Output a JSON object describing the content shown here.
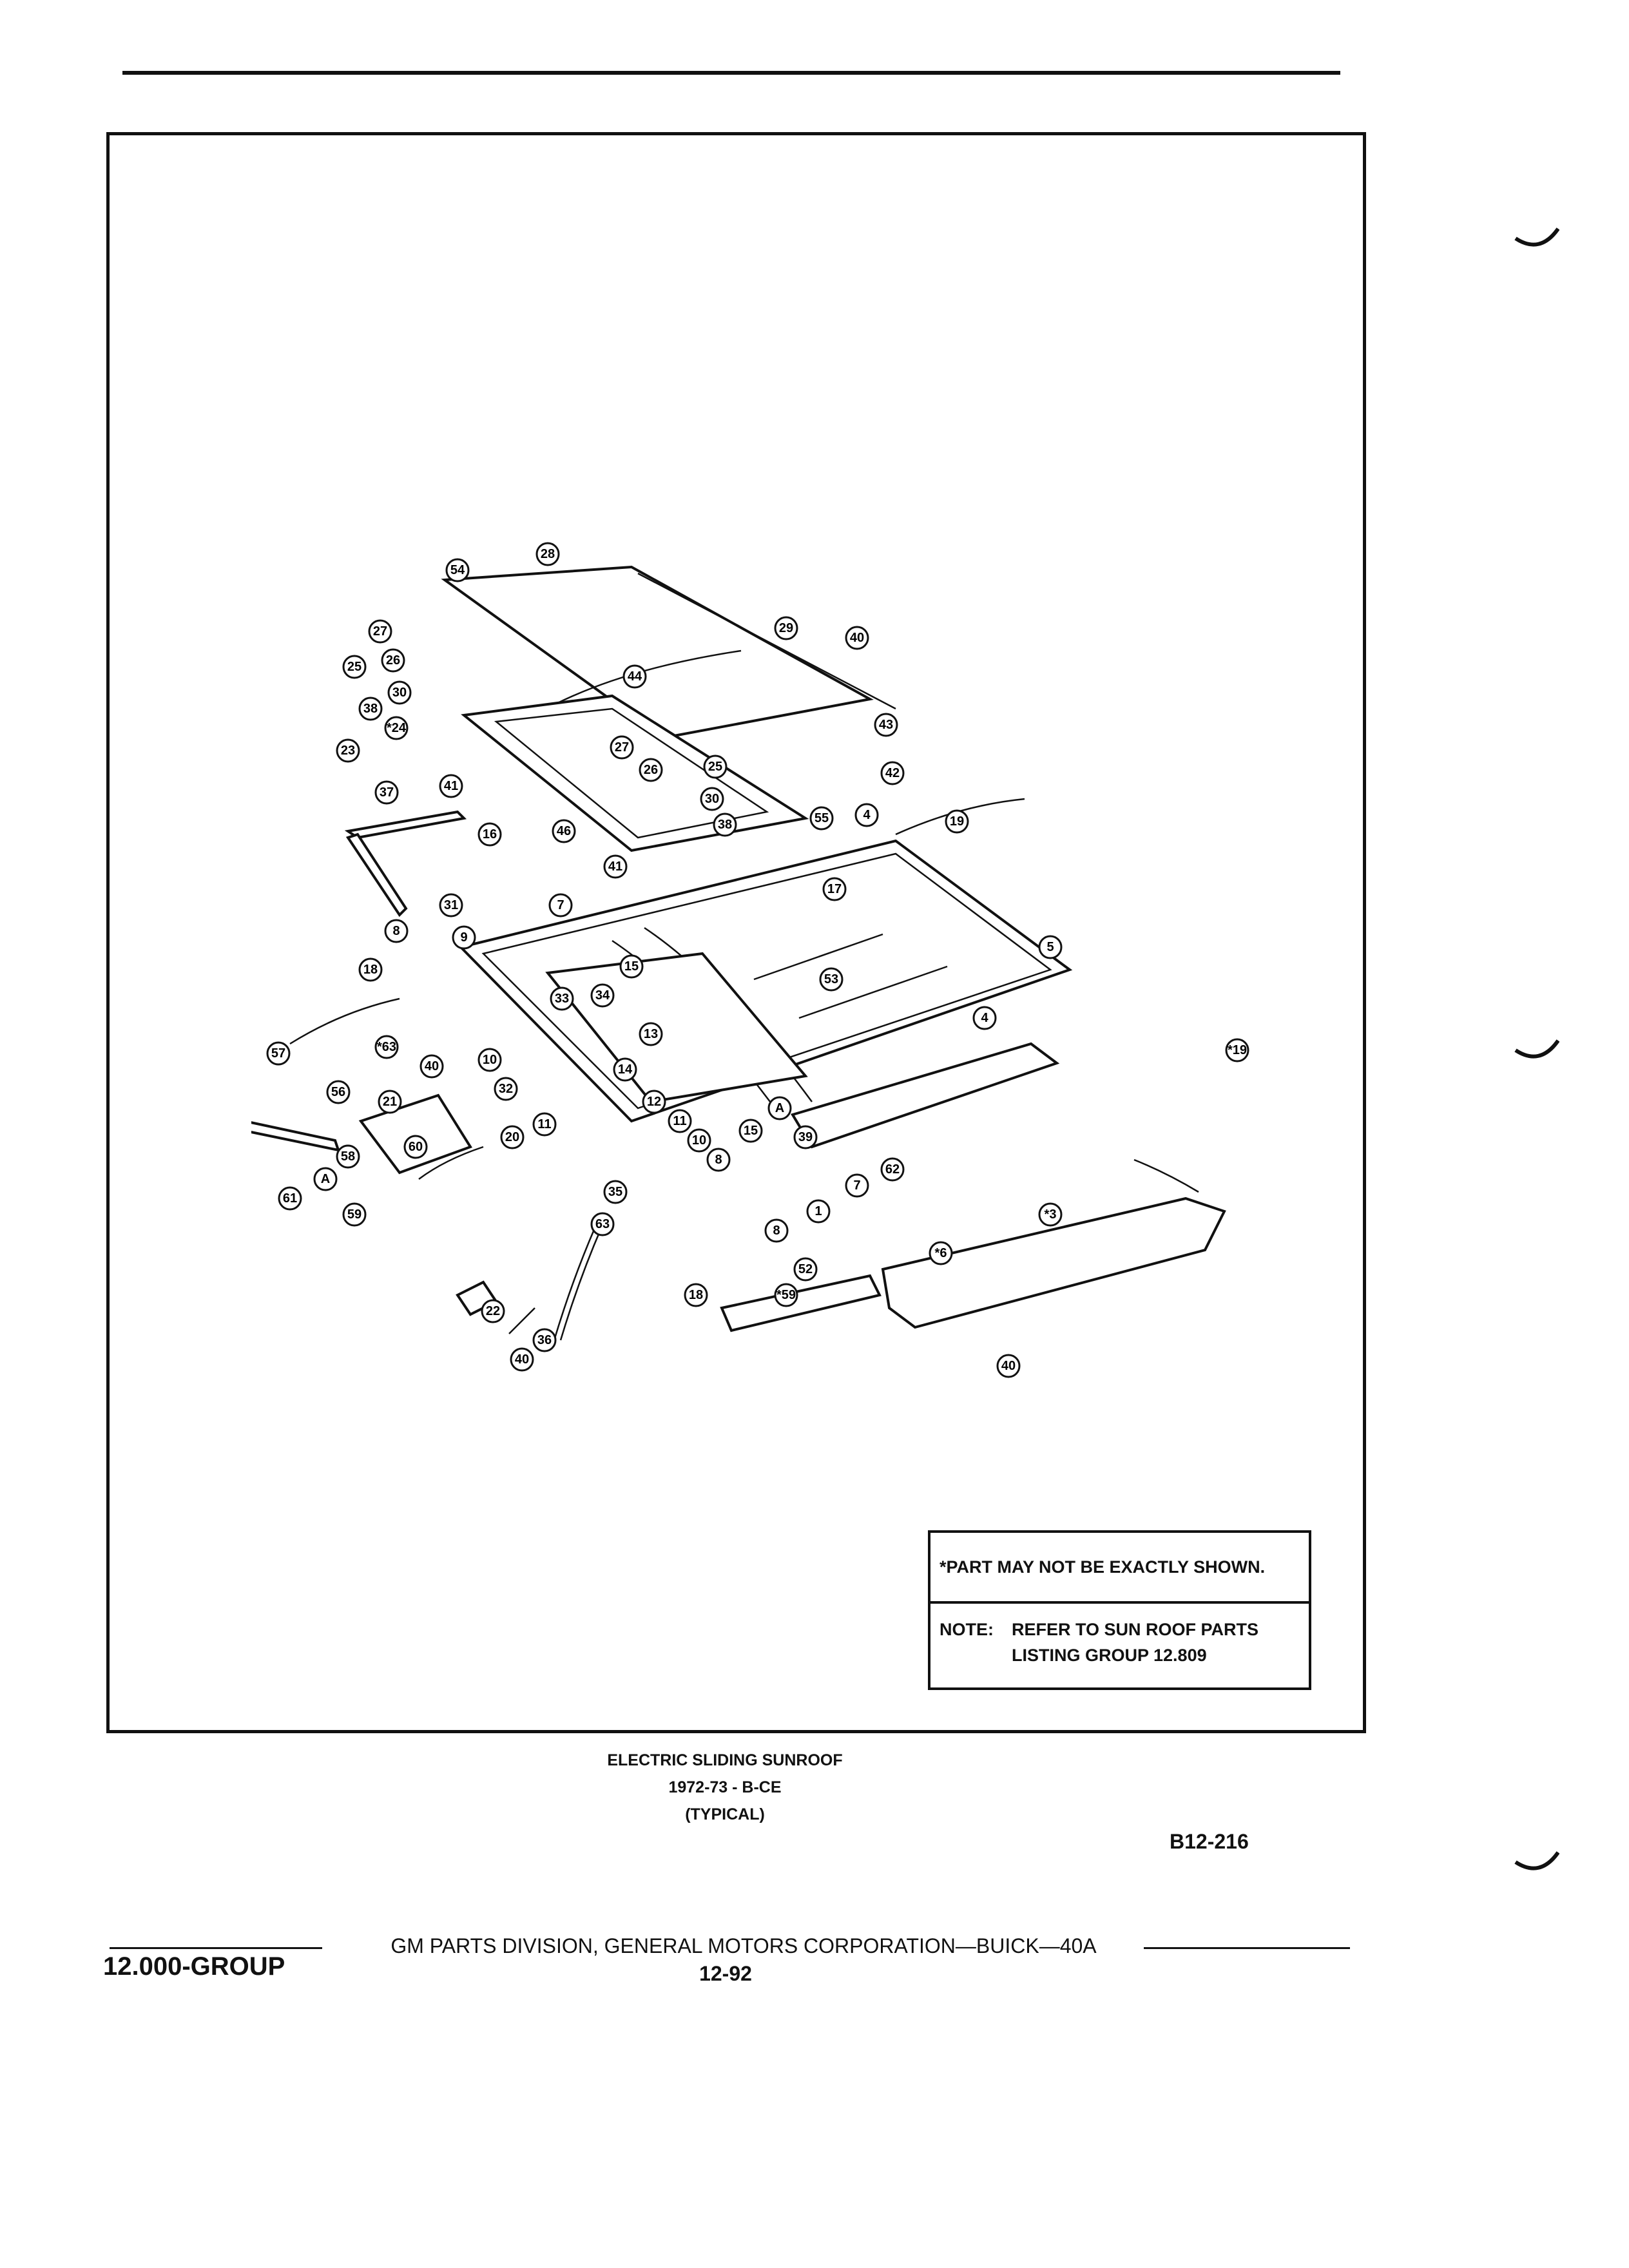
{
  "note_box": {
    "line1": "*PART MAY NOT BE EXACTLY SHOWN.",
    "note_label": "NOTE:",
    "note_line1": "REFER TO SUN ROOF PARTS",
    "note_line2": "LISTING GROUP 12.809"
  },
  "caption": {
    "title": "ELECTRIC SLIDING SUNROOF",
    "years": "1972-73 - B-CE",
    "typical": "(TYPICAL)"
  },
  "figure_id": "B12-216",
  "footer": {
    "group": "12.000-GROUP",
    "publisher": "GM PARTS DIVISION,  GENERAL MOTORS CORPORATION—BUICK—40A",
    "page": "12-92"
  },
  "callouts": [
    "54",
    "28",
    "29",
    "40",
    "27",
    "26",
    "25",
    "30",
    "38",
    "*24",
    "23",
    "37",
    "41",
    "44",
    "42",
    "43",
    "27",
    "26",
    "25",
    "30",
    "38",
    "55",
    "4",
    "19",
    "16",
    "46",
    "41",
    "17",
    "31",
    "7",
    "9",
    "8",
    "15",
    "18",
    "33",
    "34",
    "53",
    "5",
    "*63",
    "40",
    "10",
    "32",
    "13",
    "14",
    "*19",
    "4",
    "57",
    "56",
    "21",
    "11",
    "12",
    "11",
    "10",
    "8",
    "15",
    "A",
    "39",
    "7",
    "62",
    "60",
    "58",
    "A",
    "20",
    "35",
    "63",
    "1",
    "8",
    "61",
    "59",
    "*3",
    "52",
    "*6",
    "*59",
    "22",
    "18",
    "36",
    "40",
    "40"
  ]
}
